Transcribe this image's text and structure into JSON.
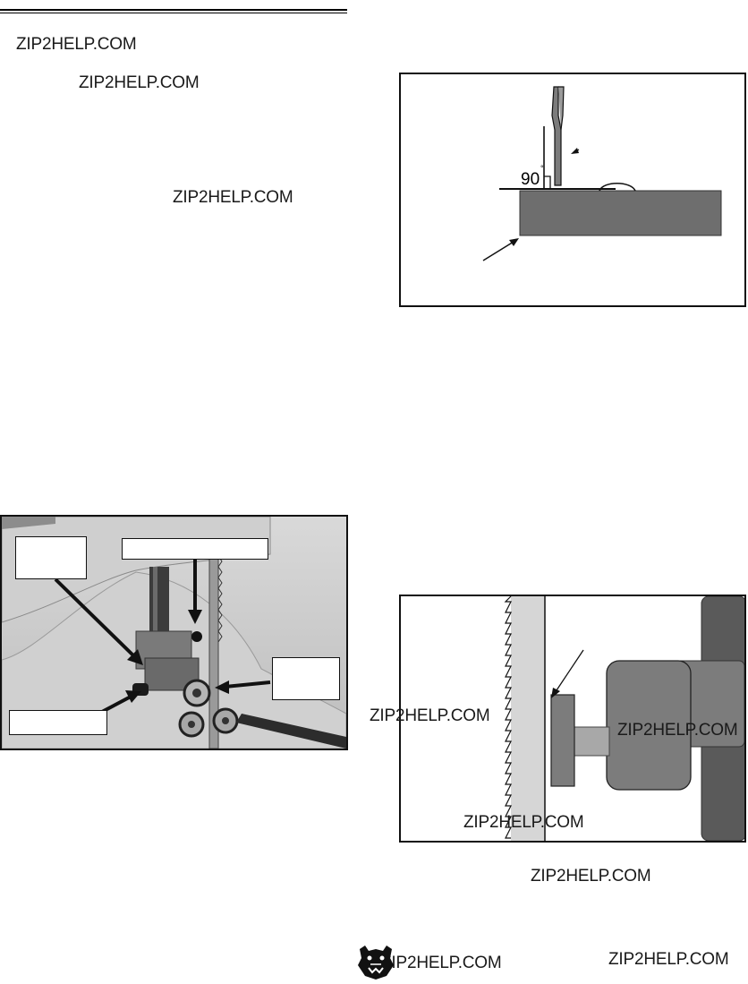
{
  "watermarks": {
    "w1": "ZIP2HELP.COM",
    "w2": "ZIP2HELP.COM",
    "w3": "ZIP2HELP.COM",
    "w4": "ZIP2HELP.COM",
    "w5": "ZIP2HELP.COM",
    "w6": "ZIP2HELP.COM",
    "w7": "ZIP2HELP.COM",
    "w8": "ZIP2HELP.COM",
    "w9": "ZIP2HELP.COM"
  },
  "figure_square": {
    "angle_label": "90",
    "degree_mark": "°"
  },
  "colors": {
    "block_gray": "#6e6e6e",
    "blade_gray": "#d6d6d6",
    "dark_gray": "#5a5a5a",
    "mid_gray": "#7c7c7c",
    "light_gray": "#a8a8a8"
  },
  "icons": {
    "logo": "bear-head-logo"
  }
}
